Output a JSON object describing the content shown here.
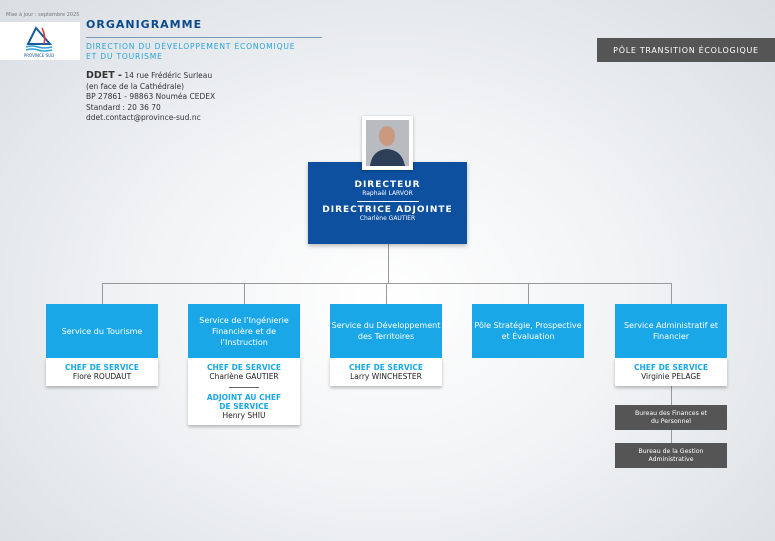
{
  "updated": "Mise à jour : septembre 2025",
  "logo_text": "PROVINCE SUD",
  "title": "ORGANIGRAMME",
  "subtitle": [
    "DIRECTION DU DÉVELOPPEMENT ÉCONOMIQUE",
    "ET DU TOURISME"
  ],
  "address": {
    "org": "DDET -",
    "line1": " 14 rue Frédéric Surleau",
    "line2": "(en face de la Cathédrale)",
    "line3": "BP 27861 - 98863 Nouméa CEDEX",
    "line4": "Standard : 20 36 70",
    "line5": "ddet.contact@province-sud.nc"
  },
  "pole": "PÔLE TRANSITION ÉCOLOGIQUE",
  "direction": {
    "role1": "DIRECTEUR",
    "name1": "Raphaël LARVOR",
    "role2": "DIRECTRICE ADJOINTE",
    "name2": "Charlène GAUTIER"
  },
  "services": [
    {
      "title": "Service du Tourisme",
      "role": "CHEF DE SERVICE",
      "name": "Flore ROUDAUT"
    },
    {
      "title": "Service de l’Ingénierie Financière et de l’Instruction",
      "role": "CHEF DE SERVICE",
      "name": "Charlène GAUTIER",
      "role2": "ADJOINT AU CHEF DE SERVICE",
      "name2": "Henry SHIU"
    },
    {
      "title": "Service du Développement des Territoires",
      "role": "CHEF DE SERVICE",
      "name": "Larry WINCHESTER"
    },
    {
      "title": "Pôle Stratégie, Prospective et Évaluation"
    },
    {
      "title": "Service Administratif et Financier",
      "role": "CHEF DE SERVICE",
      "name": "Virginie PELAGE"
    }
  ],
  "bureaus": [
    "Bureau des Finances et du Personnel",
    "Bureau de la Gestion Administrative"
  ]
}
